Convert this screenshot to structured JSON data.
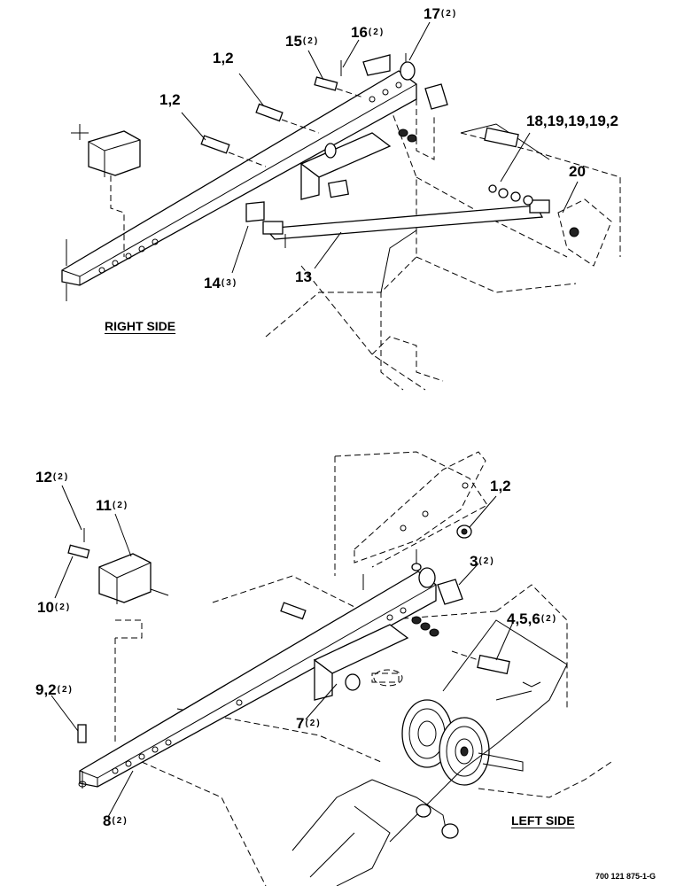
{
  "drawing": {
    "views": [
      {
        "id": "right",
        "side_label": "RIGHT SIDE",
        "callouts": [
          {
            "text": "17",
            "qty": "(2)"
          },
          {
            "text": "15",
            "qty": "(2)"
          },
          {
            "text": "16",
            "qty": "(2)"
          },
          {
            "text": "1,2",
            "qty": ""
          },
          {
            "text": "1,2",
            "qty": ""
          },
          {
            "text": "18,19,19,19,2",
            "qty": ""
          },
          {
            "text": "20",
            "qty": ""
          },
          {
            "text": "14",
            "qty": "(3)"
          },
          {
            "text": "13",
            "qty": ""
          }
        ]
      },
      {
        "id": "left",
        "side_label": "LEFT SIDE",
        "callouts": [
          {
            "text": "12",
            "qty": "(2)"
          },
          {
            "text": "11",
            "qty": "(2)"
          },
          {
            "text": "1,2",
            "qty": ""
          },
          {
            "text": "3",
            "qty": "(2)"
          },
          {
            "text": "10",
            "qty": "(2)"
          },
          {
            "text": "4,5,6",
            "qty": "(2)"
          },
          {
            "text": "9,2",
            "qty": "(2)"
          },
          {
            "text": "7",
            "qty": "(2)"
          },
          {
            "text": "8",
            "qty": "(2)"
          }
        ]
      }
    ],
    "document_number": "700 121 875-1-G"
  }
}
